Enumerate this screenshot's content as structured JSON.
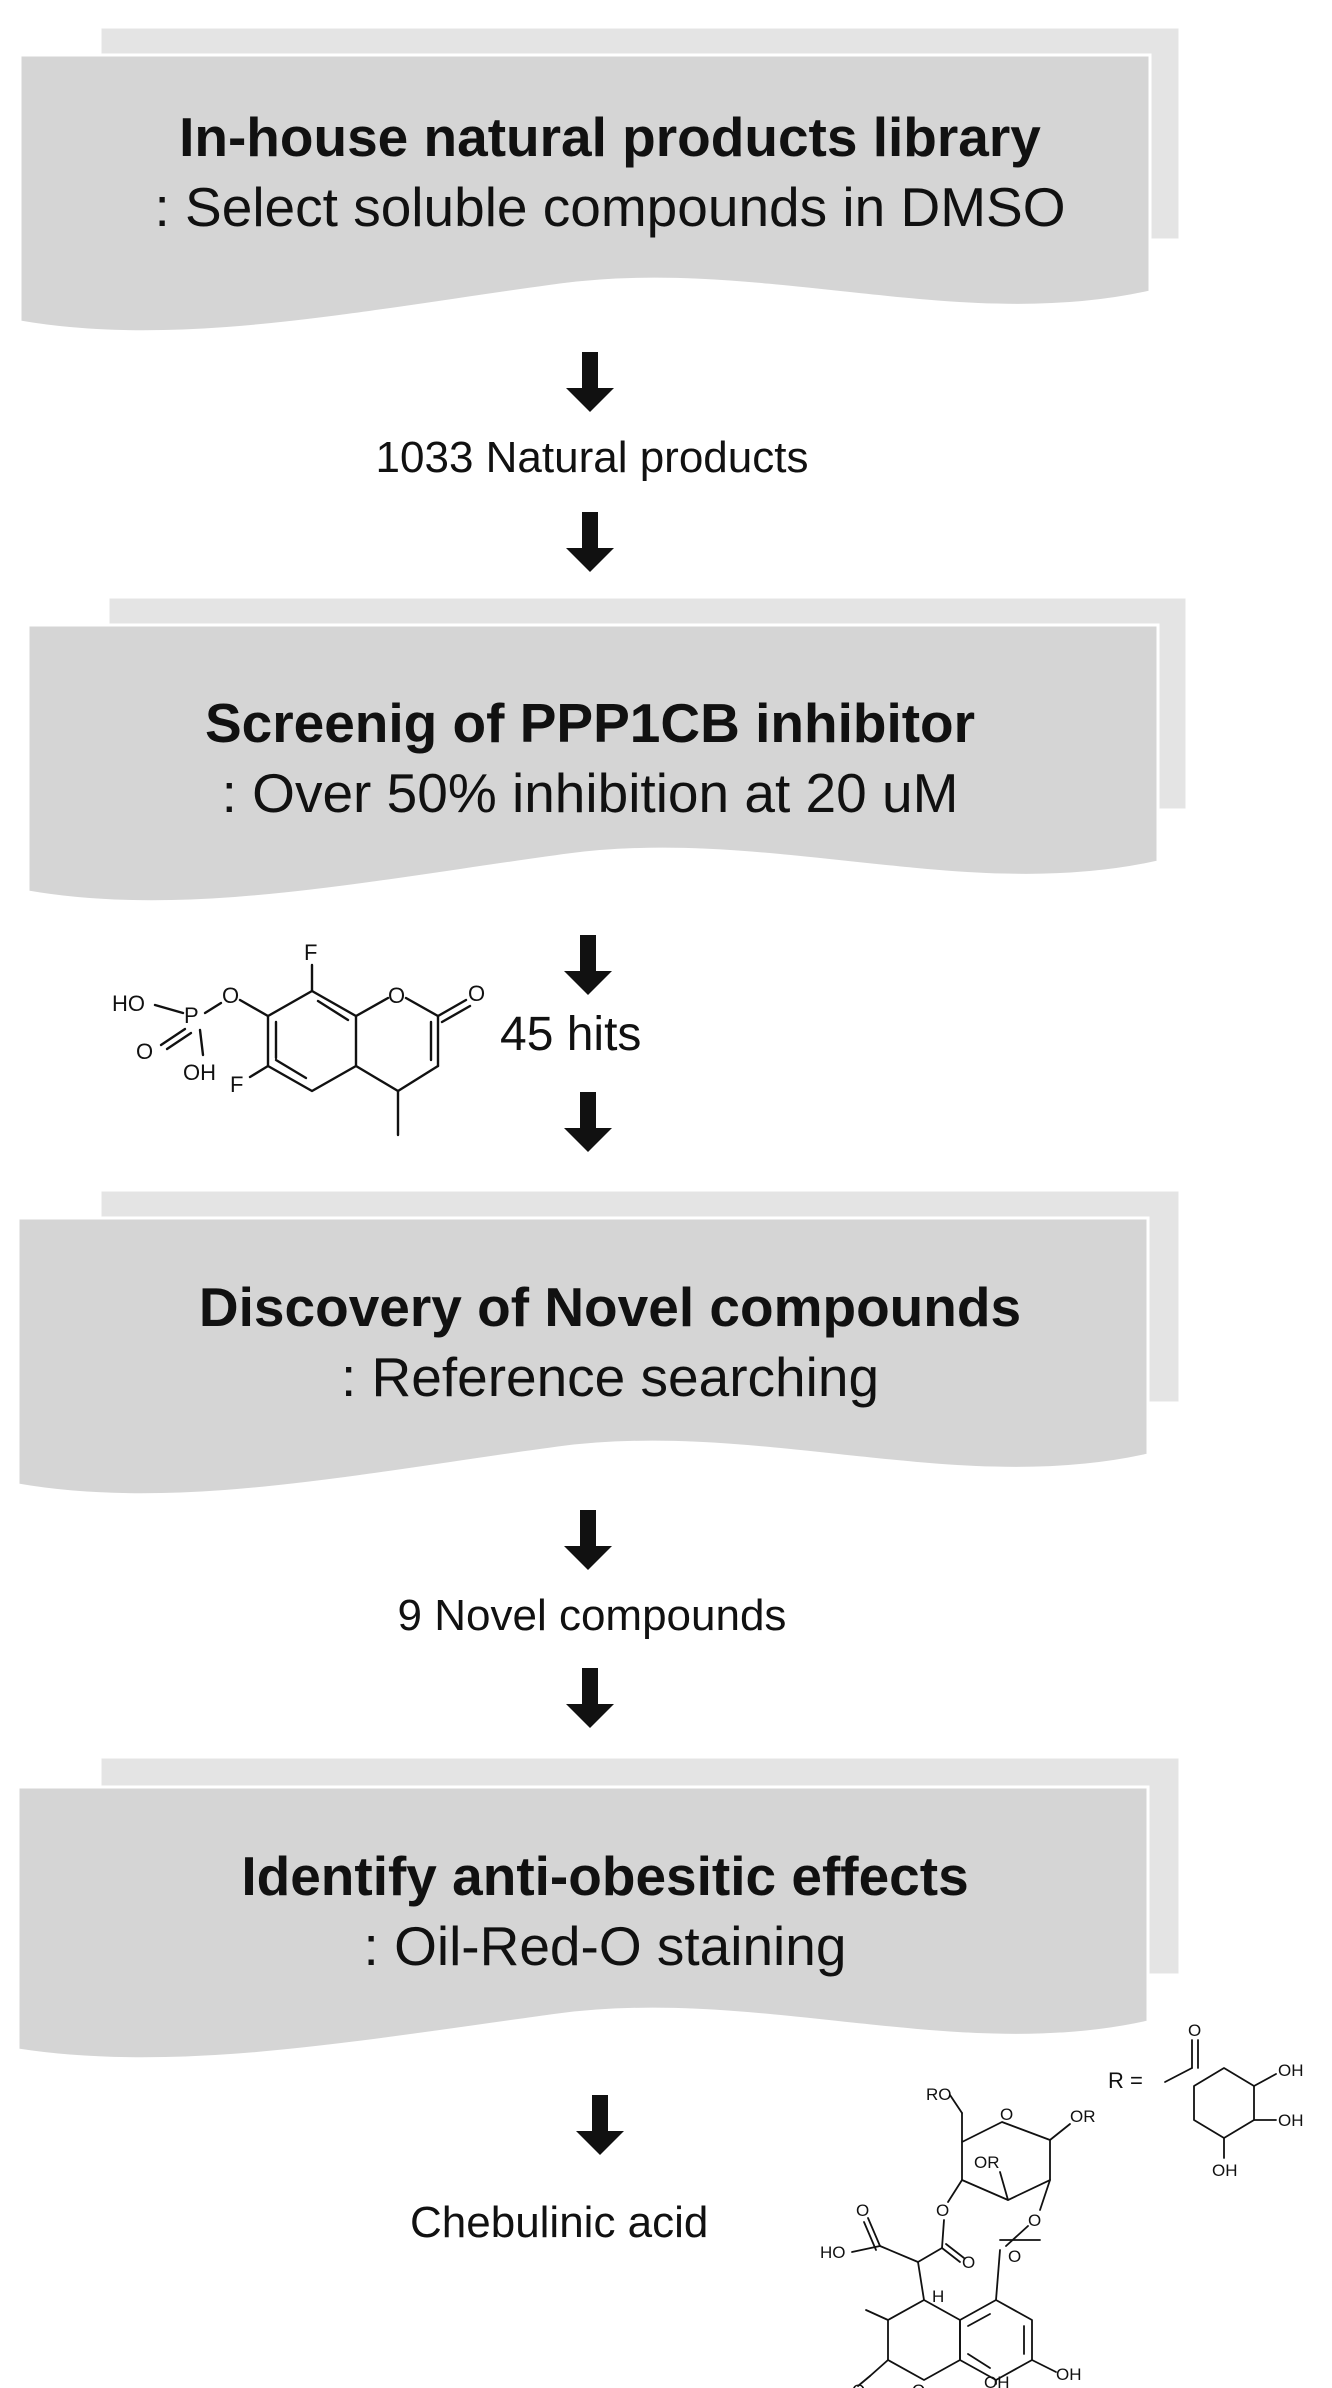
{
  "colors": {
    "box_back": "#e4e4e4",
    "box_front": "#d5d5d5",
    "arrow": "#111111",
    "text": "#111111"
  },
  "steps": [
    {
      "title": "In-house natural products library",
      "subtitle": ": Select soluble compounds in DMSO"
    },
    {
      "title": "Screenig of PPP1CB inhibitor",
      "subtitle": ": Over 50% inhibition at 20 uM"
    },
    {
      "title": "Discovery of Novel compounds",
      "subtitle": ": Reference searching"
    },
    {
      "title": "Identify anti-obesitic effects",
      "subtitle": ": Oil-Red-O staining"
    }
  ],
  "connectors": {
    "natural_products": "1033 Natural products",
    "hits": "45 hits",
    "novel_compounds": "9 Novel compounds",
    "result": "Chebulinic acid"
  },
  "substrate_structure": {
    "labels": [
      "HO",
      "O",
      "P",
      "O",
      "OH",
      "F",
      "F",
      "O",
      "O"
    ]
  },
  "product_structure": {
    "labels": [
      "RO",
      "OR",
      "OR",
      "O",
      "O",
      "O",
      "O",
      "HO",
      "O",
      "H",
      "O",
      "O",
      "OH",
      "OH",
      "O"
    ],
    "r_group": {
      "prefix": "R =",
      "labels": [
        "O",
        "OH",
        "OH",
        "OH"
      ]
    }
  }
}
